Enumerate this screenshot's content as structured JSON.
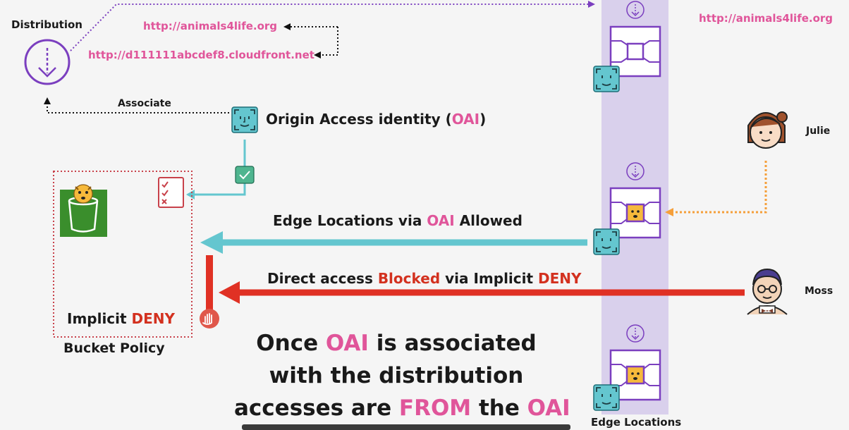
{
  "colors": {
    "accent_pink": "#e0559a",
    "deny_red": "#d3311f",
    "oai_teal": "#64c6cf",
    "purple": "#7b3fbf",
    "edge_band": "#d9d0ec",
    "s3_green": "#3a8e2c",
    "julie_orange": "#f59f3a",
    "bucket_policy_red": "#c8414a"
  },
  "distribution": {
    "label": "Distribution",
    "url_custom": "http://animals4life.org",
    "url_cloudfront": "http://d111111abcdef8.cloudfront.net",
    "icon": "download-distribution-icon"
  },
  "associate_label": "Associate",
  "oai": {
    "prefix": "Origin Access identity (",
    "highlight": "OAI",
    "suffix": ")",
    "icon": "face-id-icon"
  },
  "right_url": "http://animals4life.org",
  "users": [
    {
      "name": "Julie",
      "icon": "female-user-avatar"
    },
    {
      "name": "Moss",
      "icon": "male-user-avatar"
    }
  ],
  "arrows": {
    "allowed": {
      "pre": "Edge Locations via ",
      "hl": "OAI",
      "post": " Allowed"
    },
    "blocked": {
      "pre": "Direct access ",
      "hl": "Blocked",
      "mid": " via Implicit ",
      "hl2": "DENY"
    }
  },
  "bucket": {
    "implicit": "Implicit ",
    "deny": "DENY",
    "policy_label": "Bucket Policy",
    "icons": [
      "s3-bucket-icon",
      "policy-checklist-icon",
      "stop-hand-icon"
    ]
  },
  "summary": {
    "line1_pre": "Once ",
    "line1_hl": "OAI",
    "line1_post": " is associated",
    "line2": "with the distribution",
    "line3_pre": "accesses are ",
    "line3_hl": "FROM",
    "line3_mid": " the ",
    "line3_hl2": "OAI"
  },
  "edge_locations_label": "Edge Locations"
}
